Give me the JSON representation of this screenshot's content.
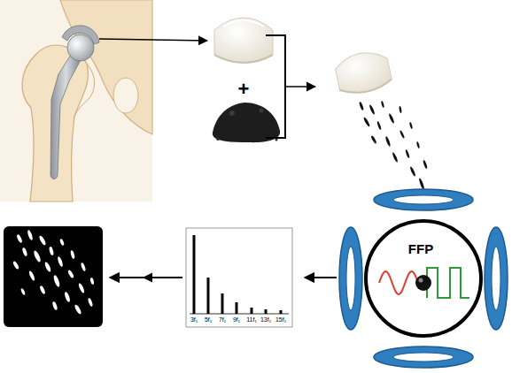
{
  "diagram": {
    "nodes": [
      {
        "text": [
          "FFP"
        ]
      }
    ],
    "labels": [
      "+",
      "3f₁",
      "5f₁",
      "7f₁",
      "9f₁",
      "11f₁",
      "13f₁",
      "15f₁"
    ]
  }
}
